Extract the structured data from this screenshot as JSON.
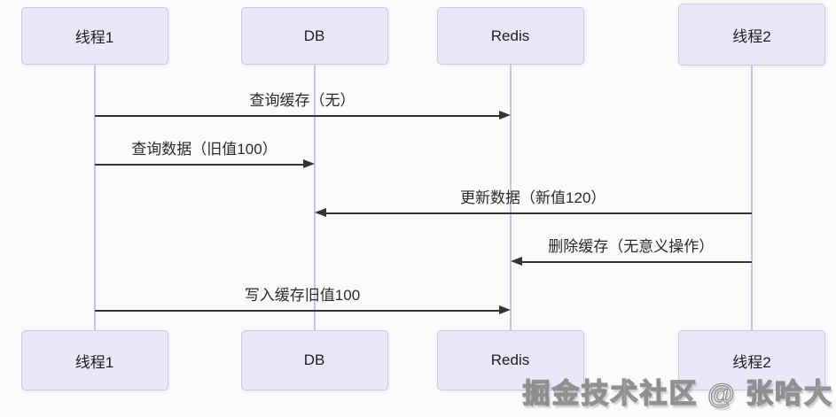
{
  "diagram": {
    "type": "sequence-diagram",
    "actors": [
      {
        "id": "thread1",
        "label": "线程1"
      },
      {
        "id": "db",
        "label": "DB"
      },
      {
        "id": "redis",
        "label": "Redis"
      },
      {
        "id": "thread2",
        "label": "线程2"
      }
    ],
    "messages": [
      {
        "from": "thread1",
        "to": "redis",
        "direction": "right",
        "label": "查询缓存（无）"
      },
      {
        "from": "thread1",
        "to": "db",
        "direction": "right",
        "label": "查询数据（旧值100）"
      },
      {
        "from": "thread2",
        "to": "db",
        "direction": "left",
        "label": "更新数据（新值120）"
      },
      {
        "from": "thread2",
        "to": "redis",
        "direction": "left",
        "label": "删除缓存（无意义操作）"
      },
      {
        "from": "thread1",
        "to": "redis",
        "direction": "right",
        "label": "写入缓存旧值100"
      }
    ],
    "watermark": "掘金技术社区 @ 张哈大",
    "colors": {
      "background": "#fbfbfb",
      "actor_fill": "#eae8f8",
      "actor_border": "#ccc7ee",
      "lifeline": "#c8c3ec",
      "arrow": "#333333",
      "label_text": "#2a2a2a",
      "watermark_fill": "#ffffff",
      "watermark_outline": "#8f8f8f"
    }
  }
}
